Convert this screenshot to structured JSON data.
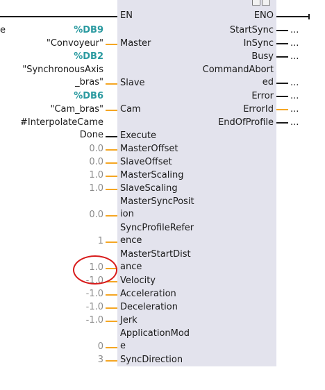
{
  "block": {
    "input_pins": [
      "EN",
      "Master",
      "Slave",
      "Cam",
      "Execute",
      "MasterOffset",
      "SlaveOffset",
      "MasterScaling",
      "SlaveScaling",
      "MasterSyncPosit",
      "ion",
      "SyncProfileRefer",
      "ence",
      "MasterStartDist",
      "ance",
      "Velocity",
      "Acceleration",
      "Deceleration",
      "Jerk",
      "ApplicationMod",
      "e",
      "SyncDirection"
    ],
    "output_pins": [
      "ENO",
      "StartSync",
      "InSync",
      "Busy",
      "CommandAbort",
      "ed",
      "Error",
      "ErrorId",
      "EndOfProfile"
    ],
    "output_dots": "..."
  },
  "args": {
    "left_cut": "e",
    "master_db": "%DB9",
    "master_name": "\"Convoyeur\"",
    "slave_db": "%DB2",
    "slave_name_1": "\"SynchronousAxis",
    "slave_name_2": "_bras\"",
    "cam_db": "%DB6",
    "cam_name": "\"Cam_bras\"",
    "execute_1": "#InterpolateCame",
    "execute_2": "Done",
    "master_offset": "0.0",
    "slave_offset": "0.0",
    "master_scaling": "1.0",
    "slave_scaling": "1.0",
    "master_sync_position": "0.0",
    "sync_profile_reference": "1",
    "master_start_distance": "1.0",
    "velocity": "-1.0",
    "acceleration": "-1.0",
    "deceleration": "-1.0",
    "jerk": "-1.0",
    "application_mode": "0",
    "sync_direction": "3"
  },
  "colors": {
    "block_bg": "#e3e3ed",
    "wire_orange": "#f5a623",
    "db_teal": "#2a9aa0",
    "annotation_red": "#d81b1b"
  }
}
